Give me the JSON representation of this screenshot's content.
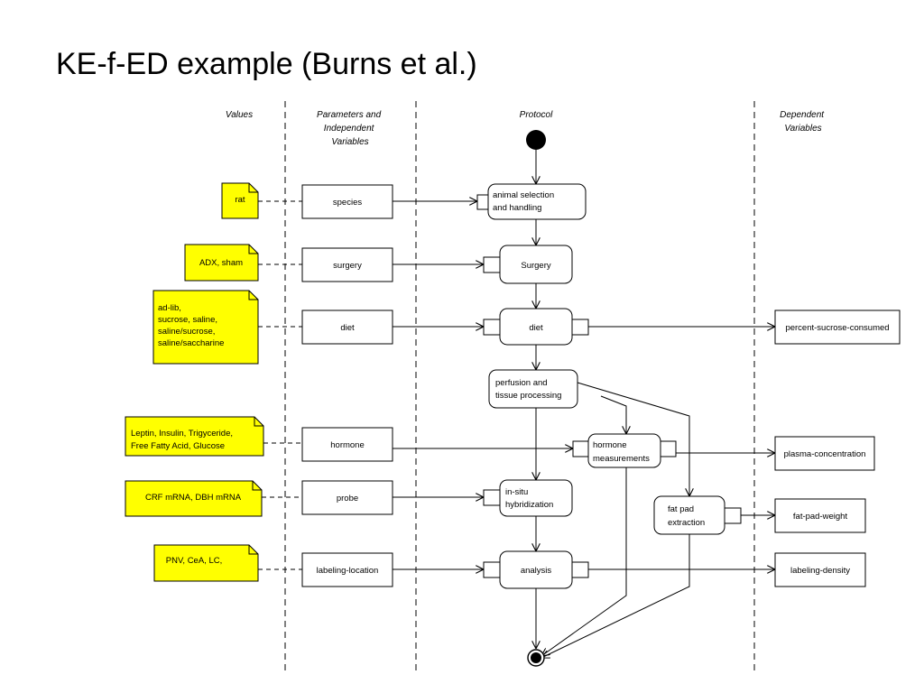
{
  "title": "KE-f-ED example (Burns et al.)",
  "lanes": {
    "values": "Values",
    "parameters": [
      "Parameters and",
      "Independent",
      "Variables"
    ],
    "protocol": "Protocol",
    "dependent": [
      "Dependent",
      "Variables"
    ]
  },
  "values": [
    [
      "rat"
    ],
    [
      "ADX, sham"
    ],
    [
      "ad-lib,",
      "sucrose, saline,",
      "saline/sucrose,",
      "saline/saccharine"
    ],
    [
      "Leptin, Insulin, Trigyceride,",
      "Free Fatty Acid, Glucose"
    ],
    [
      "CRF mRNA, DBH mRNA"
    ],
    [
      "PNV, CeA, LC,"
    ]
  ],
  "parameters": [
    "species",
    "surgery",
    "diet",
    "hormone",
    "probe",
    "labeling-location"
  ],
  "protocol_steps": [
    [
      "animal selection",
      "and handling"
    ],
    [
      "Surgery"
    ],
    [
      "diet"
    ],
    [
      "perfusion and",
      "tissue processing"
    ],
    [
      "hormone",
      "measurements"
    ],
    [
      "in-situ",
      "hybridization"
    ],
    [
      "fat pad",
      "extraction"
    ],
    [
      "analysis"
    ]
  ],
  "dependent_variables": [
    "percent-sucrose-consumed",
    "plasma-concentration",
    "fat-pad-weight",
    "labeling-density"
  ]
}
